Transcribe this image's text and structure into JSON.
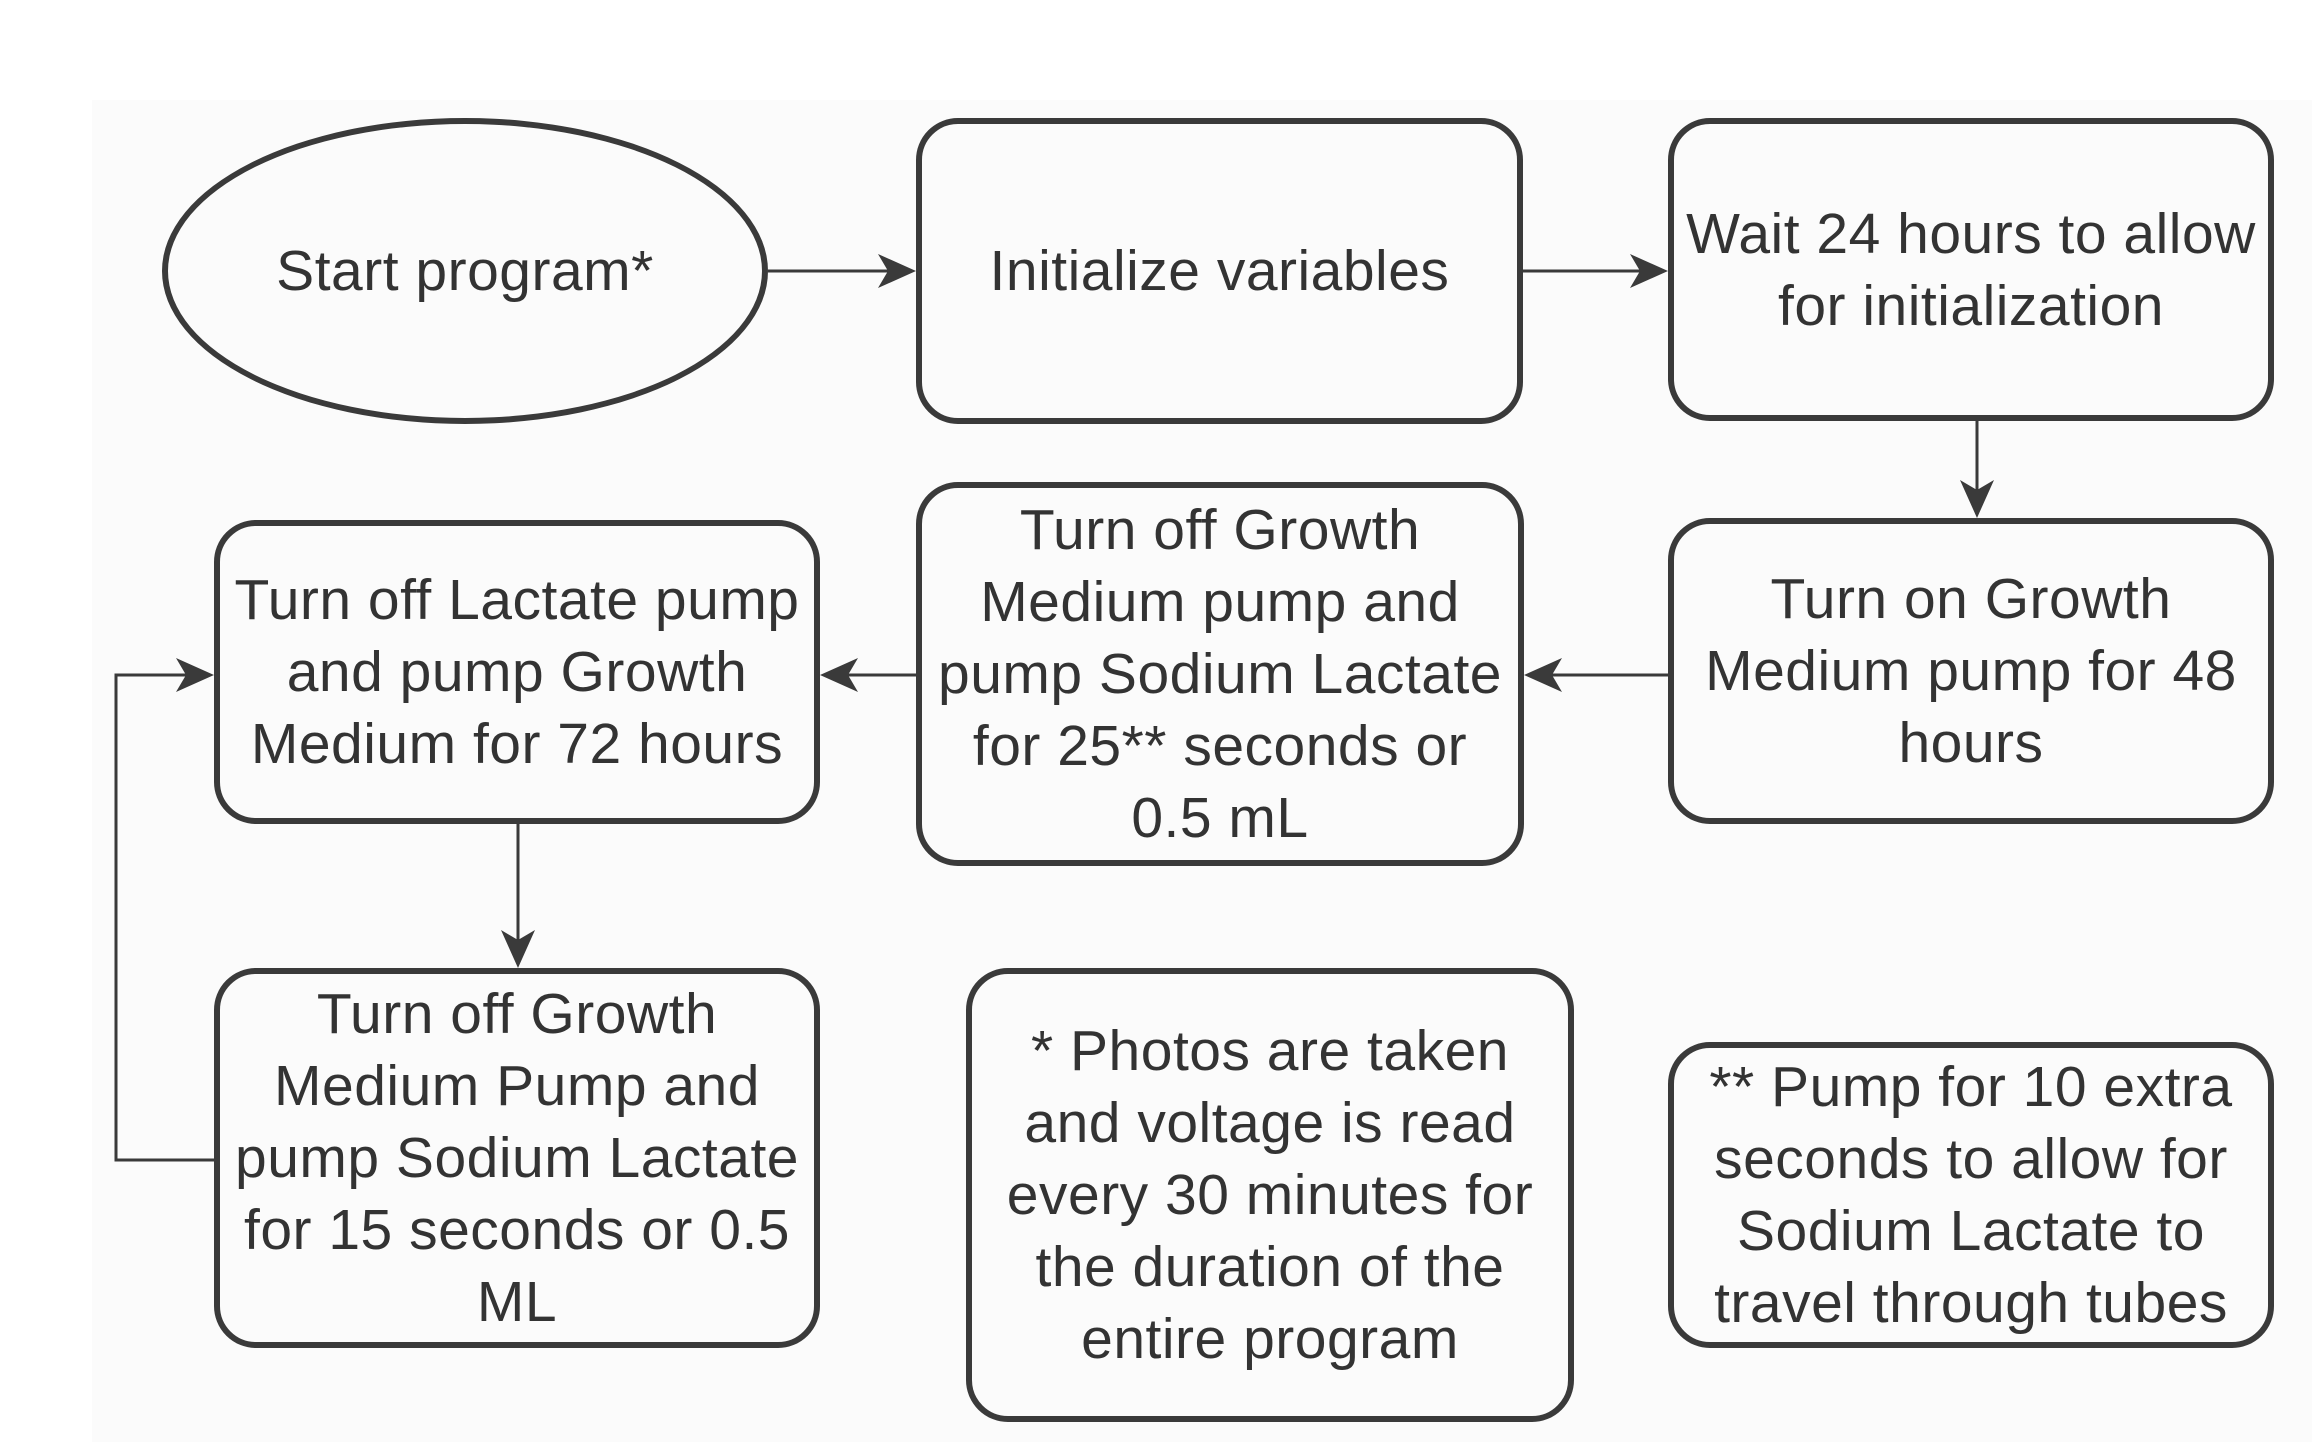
{
  "diagram": {
    "nodes": {
      "start": {
        "label": "Start program*"
      },
      "init": {
        "label": "Initialize variables"
      },
      "wait": {
        "label": "Wait 24 hours to allow\nfor initialization"
      },
      "growth_on": {
        "label": "Turn on Growth\nMedium pump for 48\nhours"
      },
      "growth_off_lactate": {
        "label": "Turn off Growth\nMedium pump and\npump Sodium Lactate\nfor 25** seconds or\n0.5 mL"
      },
      "lactate_off_growth": {
        "label": "Turn off Lactate pump\nand pump Growth\nMedium for 72 hours"
      },
      "growth_off_lactate_15": {
        "label": "Turn off Growth\nMedium Pump and\npump Sodium Lactate\nfor 15 seconds or 0.5\nML"
      }
    },
    "notes": {
      "photos": {
        "label": "* Photos are taken\nand voltage is read\nevery 30 minutes for\nthe duration of the\nentire program"
      },
      "pump_extra": {
        "label": "** Pump for 10 extra\nseconds to allow for\nSodium Lactate to\ntravel through tubes"
      }
    },
    "edges": [
      {
        "from": "start",
        "to": "init"
      },
      {
        "from": "init",
        "to": "wait"
      },
      {
        "from": "wait",
        "to": "growth_on"
      },
      {
        "from": "growth_on",
        "to": "growth_off_lactate"
      },
      {
        "from": "growth_off_lactate",
        "to": "lactate_off_growth"
      },
      {
        "from": "lactate_off_growth",
        "to": "growth_off_lactate_15"
      },
      {
        "from": "growth_off_lactate_15",
        "to": "lactate_off_growth"
      }
    ],
    "colors": {
      "stroke": "#3a3a3a",
      "text": "#333333",
      "fill": "#fbfbfb"
    }
  }
}
